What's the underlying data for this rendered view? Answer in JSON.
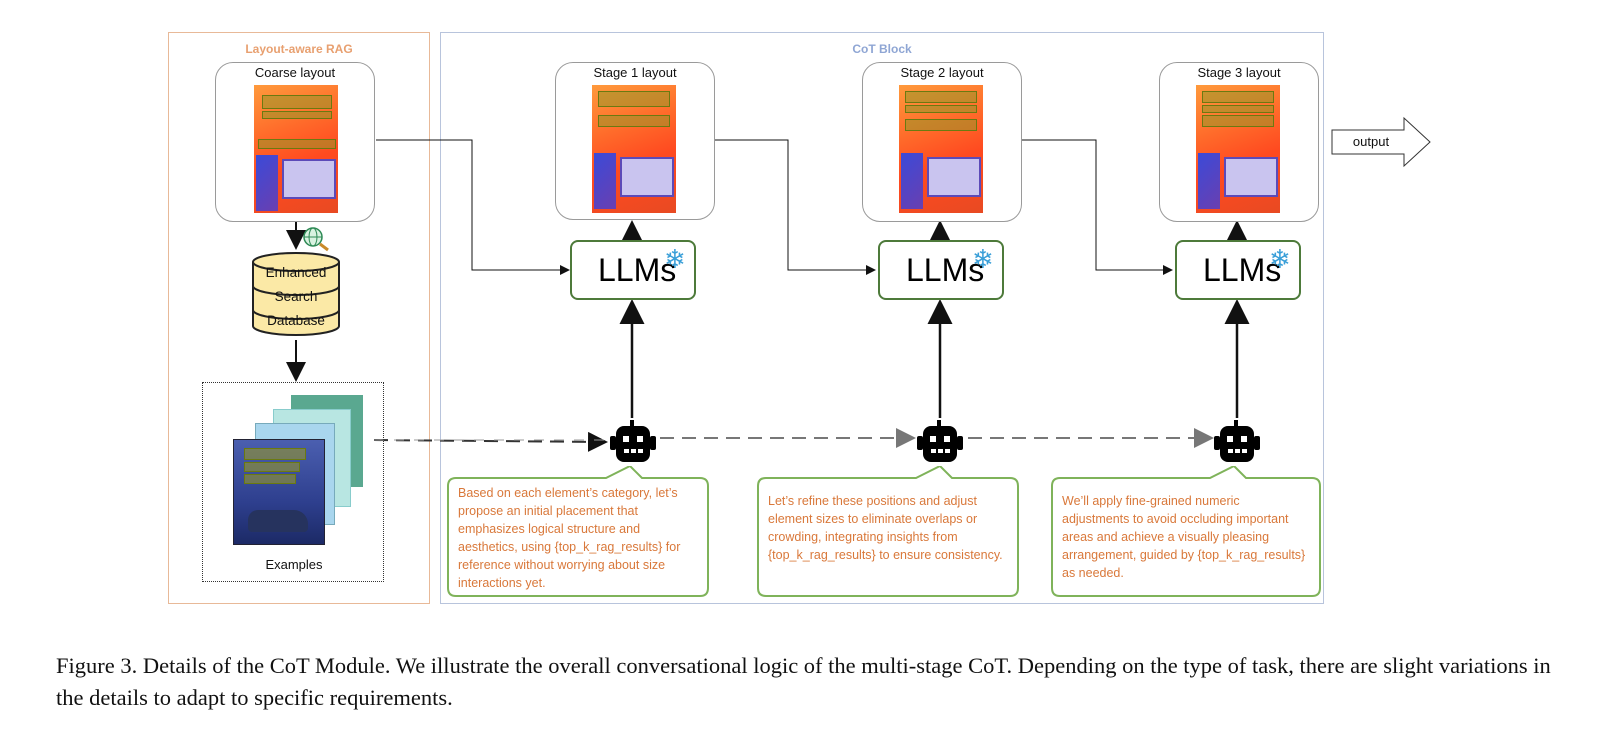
{
  "left_panel": {
    "title": "Layout-aware RAG",
    "coarse_layout_label": "Coarse layout",
    "database_lines": [
      "Enhanced",
      "Search",
      "Database"
    ],
    "examples_label": "Examples"
  },
  "cot_panel": {
    "title": "CoT Block",
    "stages": [
      {
        "layout_label": "Stage 1 layout",
        "llm_label": "LLMs",
        "prompt": "Based on each element’s category, let’s propose an initial placement that emphasizes logical structure and aesthetics, using {top_k_rag_results} for reference without worrying about size interactions yet."
      },
      {
        "layout_label": "Stage 2 layout",
        "llm_label": "LLMs",
        "prompt": "Let’s refine these positions and adjust element sizes to eliminate overlaps or crowding, integrating insights from {top_k_rag_results} to ensure consistency."
      },
      {
        "layout_label": "Stage 3 layout",
        "llm_label": "LLMs",
        "prompt": "We’ll apply fine-grained numeric adjustments to avoid occluding important areas and achieve a visually pleasing arrangement, guided by {top_k_rag_results} as needed."
      }
    ]
  },
  "output_label": "output",
  "caption": "Figure 3. Details of the CoT Module. We illustrate the overall conversational logic of the multi-stage CoT. Depending on the type of task, there are slight variations in the details to adapt to specific requirements.",
  "colors": {
    "rag_border": "#e8b998",
    "rag_title": "#e8a070",
    "cot_border": "#b8c4dc",
    "cot_title": "#8fa6d4",
    "llm_border": "#4d7a3a",
    "bubble_border": "#7fb35a",
    "bubble_text": "#d9783a",
    "db_fill": "#fbe9a6",
    "snowflake": "#3a9fd8"
  },
  "icons": {
    "frozen": "snowflake-icon",
    "agent": "robot-icon",
    "retrieval": "globe-search-icon"
  }
}
